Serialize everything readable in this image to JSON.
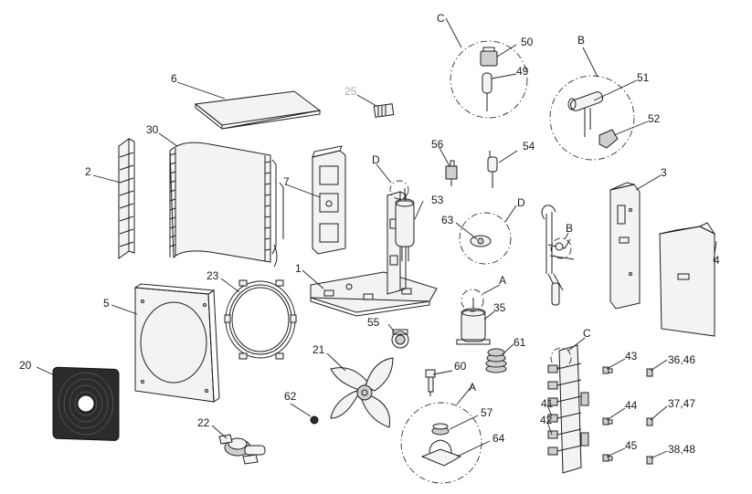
{
  "parts": {
    "p1": "1",
    "p2": "2",
    "p3": "3",
    "p4": "4",
    "p5": "5",
    "p6": "6",
    "p7": "7",
    "p20": "20",
    "p21": "21",
    "p22": "22",
    "p23": "23",
    "p25": "25",
    "p30": "30",
    "p35": "35",
    "p36_46": "36,46",
    "p37_47": "37,47",
    "p38_48": "38,48",
    "p41": "41",
    "p42": "42",
    "p43": "43",
    "p44": "44",
    "p45": "45",
    "p49": "49",
    "p50": "50",
    "p51": "51",
    "p52": "52",
    "p53": "53",
    "p54": "54",
    "p55": "55",
    "p56": "56",
    "p57": "57",
    "p60": "60",
    "p61": "61",
    "p62": "62",
    "p63": "63",
    "p64": "64"
  },
  "sections": {
    "c_top": "C",
    "b_top": "B",
    "d_upper": "D",
    "d_detail": "D",
    "a_upper": "A",
    "b_mid": "B",
    "c_lower": "C",
    "a_lower": "A"
  },
  "colors": {
    "line": "#1e1e1e",
    "label": "#1a1a1a",
    "faded_label": "#a9a9a9",
    "background": "#ffffff"
  }
}
